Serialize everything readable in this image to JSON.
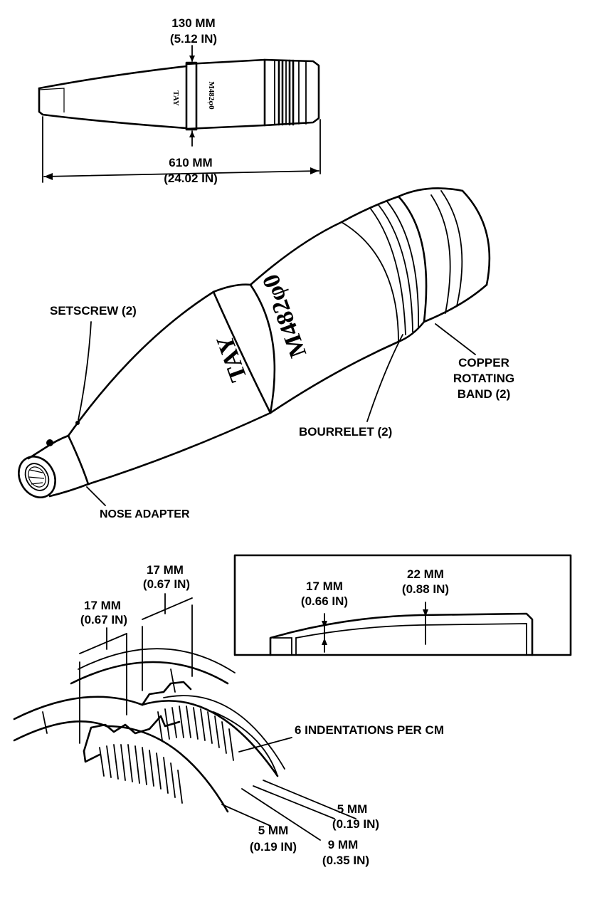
{
  "top_view": {
    "band_width": {
      "mm": "130 MM",
      "in": "(5.12 IN)"
    },
    "total_length": {
      "mm": "610 MM",
      "in": "(24.02 IN)"
    },
    "lot_mark": "TAY",
    "model_mark": "M482φ0"
  },
  "projectile": {
    "lot_mark": "TAY",
    "model_mark": "M482φ0",
    "callouts": {
      "setscrew": "SETSCREW (2)",
      "copper_band_line1": "COPPER",
      "copper_band_line2": "ROTATING",
      "copper_band_line3": "BAND (2)",
      "bourrelet": "BOURRELET (2)",
      "nose_adapter": "NOSE ADAPTER"
    }
  },
  "band_profile": {
    "left_width": {
      "mm": "17 MM",
      "in": "(0.66 IN)"
    },
    "right_width": {
      "mm": "22 MM",
      "in": "(0.88 IN)"
    }
  },
  "band_detail": {
    "width_a": {
      "mm": "17 MM",
      "in": "(0.67 IN)"
    },
    "width_b": {
      "mm": "17 MM",
      "in": "(0.67 IN)"
    },
    "indentations": "6 INDENTATIONS PER CM",
    "groove_a": {
      "mm": "5 MM",
      "in": "(0.19 IN)"
    },
    "groove_b": {
      "mm": "5 MM",
      "in": "(0.19 IN)"
    },
    "groove_c": {
      "mm": "9 MM",
      "in": "(0.35 IN)"
    }
  }
}
